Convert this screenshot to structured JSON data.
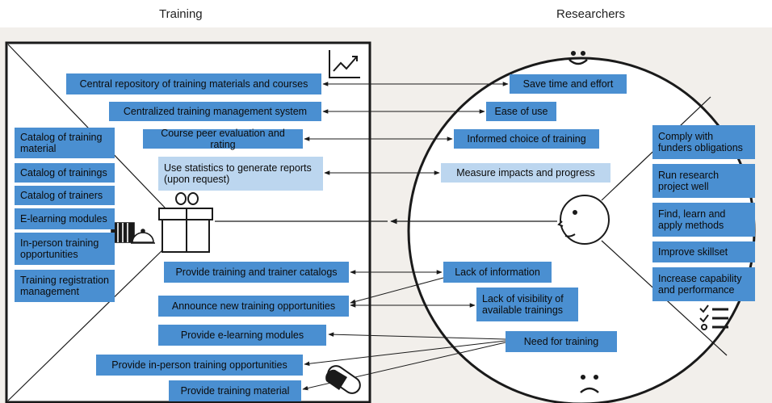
{
  "headers": {
    "training": "Training",
    "researchers": "Researchers"
  },
  "training_top": [
    "Central repository of training materials and courses",
    "Centralized training management system",
    "Course peer evaluation and rating",
    "Use statistics to generate reports (upon request)"
  ],
  "training_left": [
    "Catalog of training material",
    "Catalog of trainings",
    "Catalog of trainers",
    "E-learning modules",
    "In-person training opportunities",
    "Training registration management"
  ],
  "training_bottom": [
    "Provide training and trainer catalogs",
    "Announce new training opportunities",
    "Provide e-learning modules",
    "Provide in-person training opportunities",
    "Provide training material"
  ],
  "gains": [
    "Save time and effort",
    "Ease of use",
    "Informed choice of training",
    "Measure impacts and progress"
  ],
  "pains": [
    "Lack of information",
    "Lack of visibility of available trainings",
    "Need for training"
  ],
  "jobs": [
    "Comply with funders obligations",
    "Run research project well",
    "Find, learn and apply methods",
    "Improve skillset",
    "Increase capability and performance"
  ],
  "icons": [
    "chart-growth-icon",
    "gift-icon",
    "smile-icon",
    "frown-icon",
    "face-icon",
    "checklist-icon",
    "pill-icon",
    "cloche-icon"
  ],
  "colors": {
    "box": "#4a8fd1",
    "box_light": "#bcd6ef",
    "line": "#1a1a1a"
  }
}
